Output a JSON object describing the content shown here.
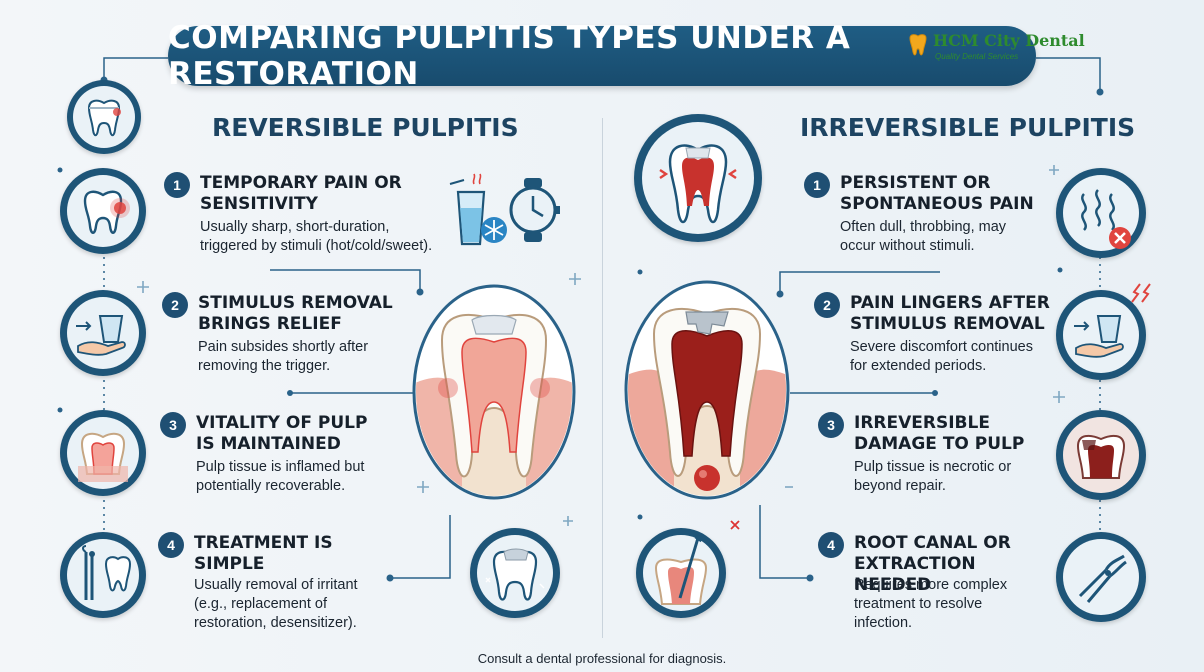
{
  "title": "COMPARING PULPITIS TYPES UNDER A RESTORATION",
  "brand": {
    "name": "HCM City Dental",
    "tagline": "Quality Dental Services"
  },
  "colors": {
    "navy": "#1e5578",
    "banner": "#1f5d84",
    "heading": "#1d4462",
    "inflamed": "#e0443e",
    "brand_green": "#2e8b2e"
  },
  "reversible": {
    "title": "REVERSIBLE PULPITIS",
    "items": [
      {
        "number": "1",
        "heading": "TEMPORARY PAIN OR\nSENSITIVITY",
        "description": "Usually sharp, short-duration,\ntriggered by stimuli (hot/cold/sweet).",
        "icon": "tooth-sensitivity-icon"
      },
      {
        "number": "2",
        "heading": "STIMULUS REMOVAL\nBRINGS RELIEF",
        "description": "Pain subsides shortly after\nremoving the trigger.",
        "icon": "hand-cup-icon"
      },
      {
        "number": "3",
        "heading": "VITALITY OF PULP\nIS MAINTAINED",
        "description": "Pulp tissue is inflamed but\npotentially recoverable.",
        "icon": "tooth-cross-section-icon"
      },
      {
        "number": "4",
        "heading": "TREATMENT IS\nSIMPLE",
        "description": "Usually removal of irritant\n(e.g., replacement of\nrestoration, desensitizer).",
        "icon": "dental-tools-icon"
      }
    ]
  },
  "irreversible": {
    "title": "IRREVERSIBLE PULPITIS",
    "items": [
      {
        "number": "1",
        "heading": "PERSISTENT OR\nSPONTANEOUS PAIN",
        "description": "Often dull, throbbing, may\noccur without stimuli.",
        "icon": "pain-waves-icon"
      },
      {
        "number": "2",
        "heading": "PAIN LINGERS AFTER\nSTIMULUS REMOVAL",
        "description": "Severe discomfort continues\nfor extended periods.",
        "icon": "hand-cup-icon"
      },
      {
        "number": "3",
        "heading": "IRREVERSIBLE\nDAMAGE TO PULP",
        "description": "Pulp tissue is necrotic or\nbeyond repair.",
        "icon": "necrotic-tooth-icon"
      },
      {
        "number": "4",
        "heading": "ROOT CANAL OR\nEXTRACTION NEEDED",
        "description": "Requires more complex\ntreatment to resolve\ninfection.",
        "icon": "extraction-forceps-icon"
      }
    ]
  },
  "footer": "Consult a dental professional for diagnosis."
}
